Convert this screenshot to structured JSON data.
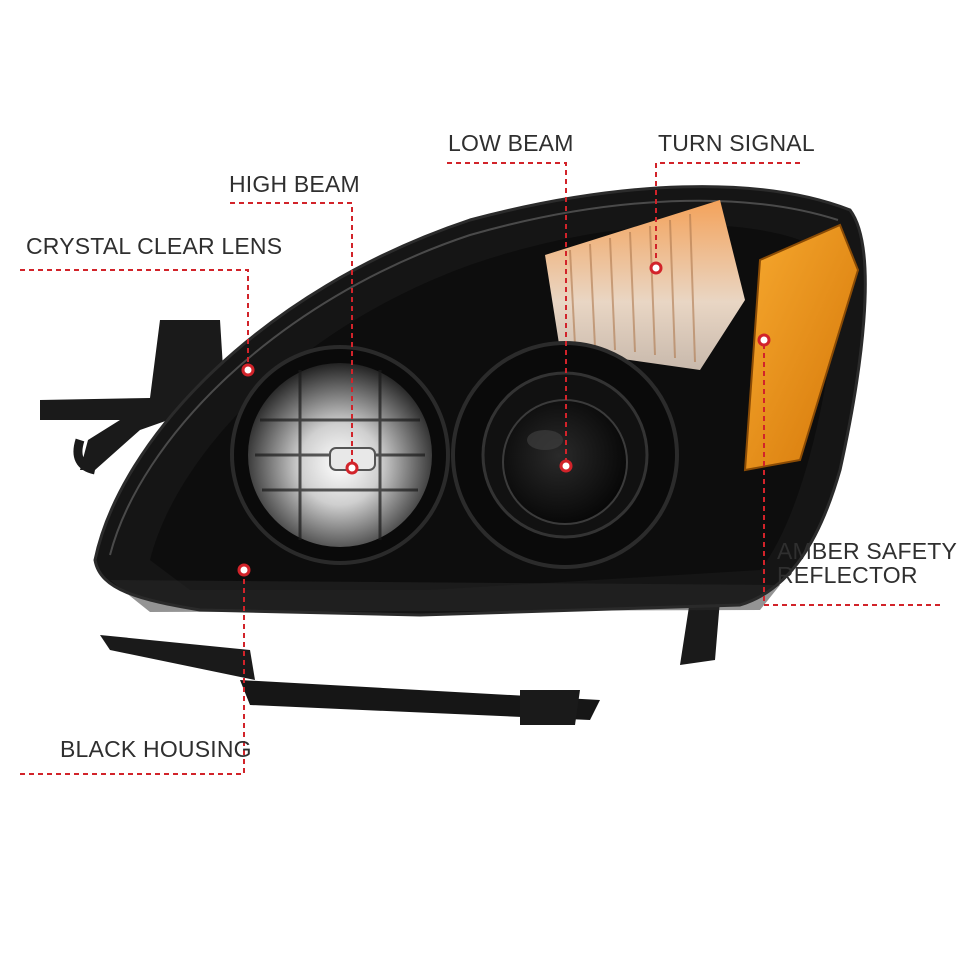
{
  "callouts": {
    "crystal_clear_lens": "CRYSTAL CLEAR LENS",
    "high_beam": "HIGH BEAM",
    "low_beam": "LOW BEAM",
    "turn_signal": "TURN SIGNAL",
    "amber_safety_reflector_line1": "AMBER SAFETY",
    "amber_safety_reflector_line2": "REFLECTOR",
    "black_housing": "BLACK HOUSING"
  },
  "colors": {
    "callout_line": "#d2232a",
    "label_text": "#2f2f2f",
    "housing": "#111111",
    "amber": "#f29b1e",
    "background": "#ffffff"
  },
  "product": "headlight-assembly"
}
